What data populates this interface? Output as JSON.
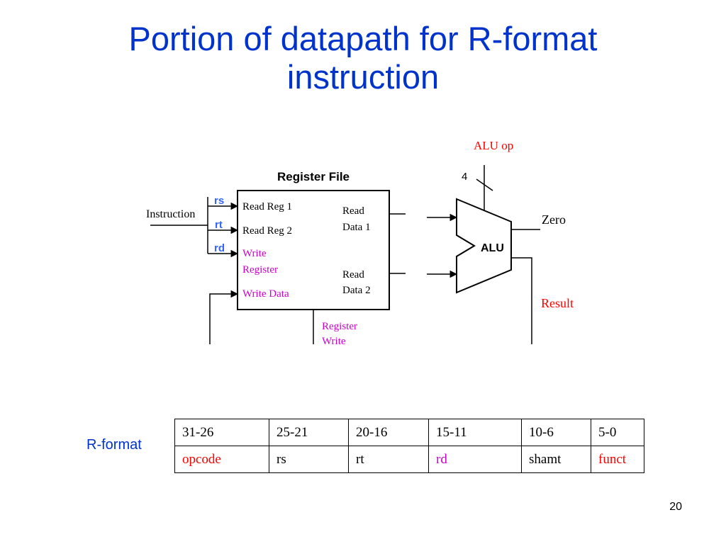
{
  "slide": {
    "title_line1": "Portion of datapath for R-format",
    "title_line2": "instruction",
    "page_number": "20"
  },
  "diagram": {
    "register_file_title": "Register File",
    "instruction_label": "Instruction",
    "rs_label": "rs",
    "rt_label": "rt",
    "rd_label": "rd",
    "read_reg1": "Read Reg 1",
    "read_reg2": "Read Reg 2",
    "write_register_line1": "Write",
    "write_register_line2": "Register",
    "write_data": "Write Data",
    "read_data1_line1": "Read",
    "read_data1_line2": "Data 1",
    "read_data2_line1": "Read",
    "read_data2_line2": "Data 2",
    "register_write_line1": "Register",
    "register_write_line2": "Write",
    "alu_op": "ALU op",
    "alu_op_width": "4",
    "alu_label": "ALU",
    "zero": "Zero",
    "result": "Result",
    "colors": {
      "title_blue": "#0033cc",
      "field_blue": "#3366ff",
      "control_red": "#ff0000",
      "write_magenta": "#cc00cc"
    }
  },
  "r_format": {
    "label": "R-format",
    "bits": [
      "31-26",
      "25-21",
      "20-16",
      "15-11",
      "10-6",
      "5-0"
    ],
    "fields": [
      {
        "name": "opcode",
        "color": "#ff0000"
      },
      {
        "name": "rs",
        "color": "#000000"
      },
      {
        "name": "rt",
        "color": "#000000"
      },
      {
        "name": "rd",
        "color": "#cc00cc"
      },
      {
        "name": "shamt",
        "color": "#000000"
      },
      {
        "name": "funct",
        "color": "#ff0000"
      }
    ]
  }
}
